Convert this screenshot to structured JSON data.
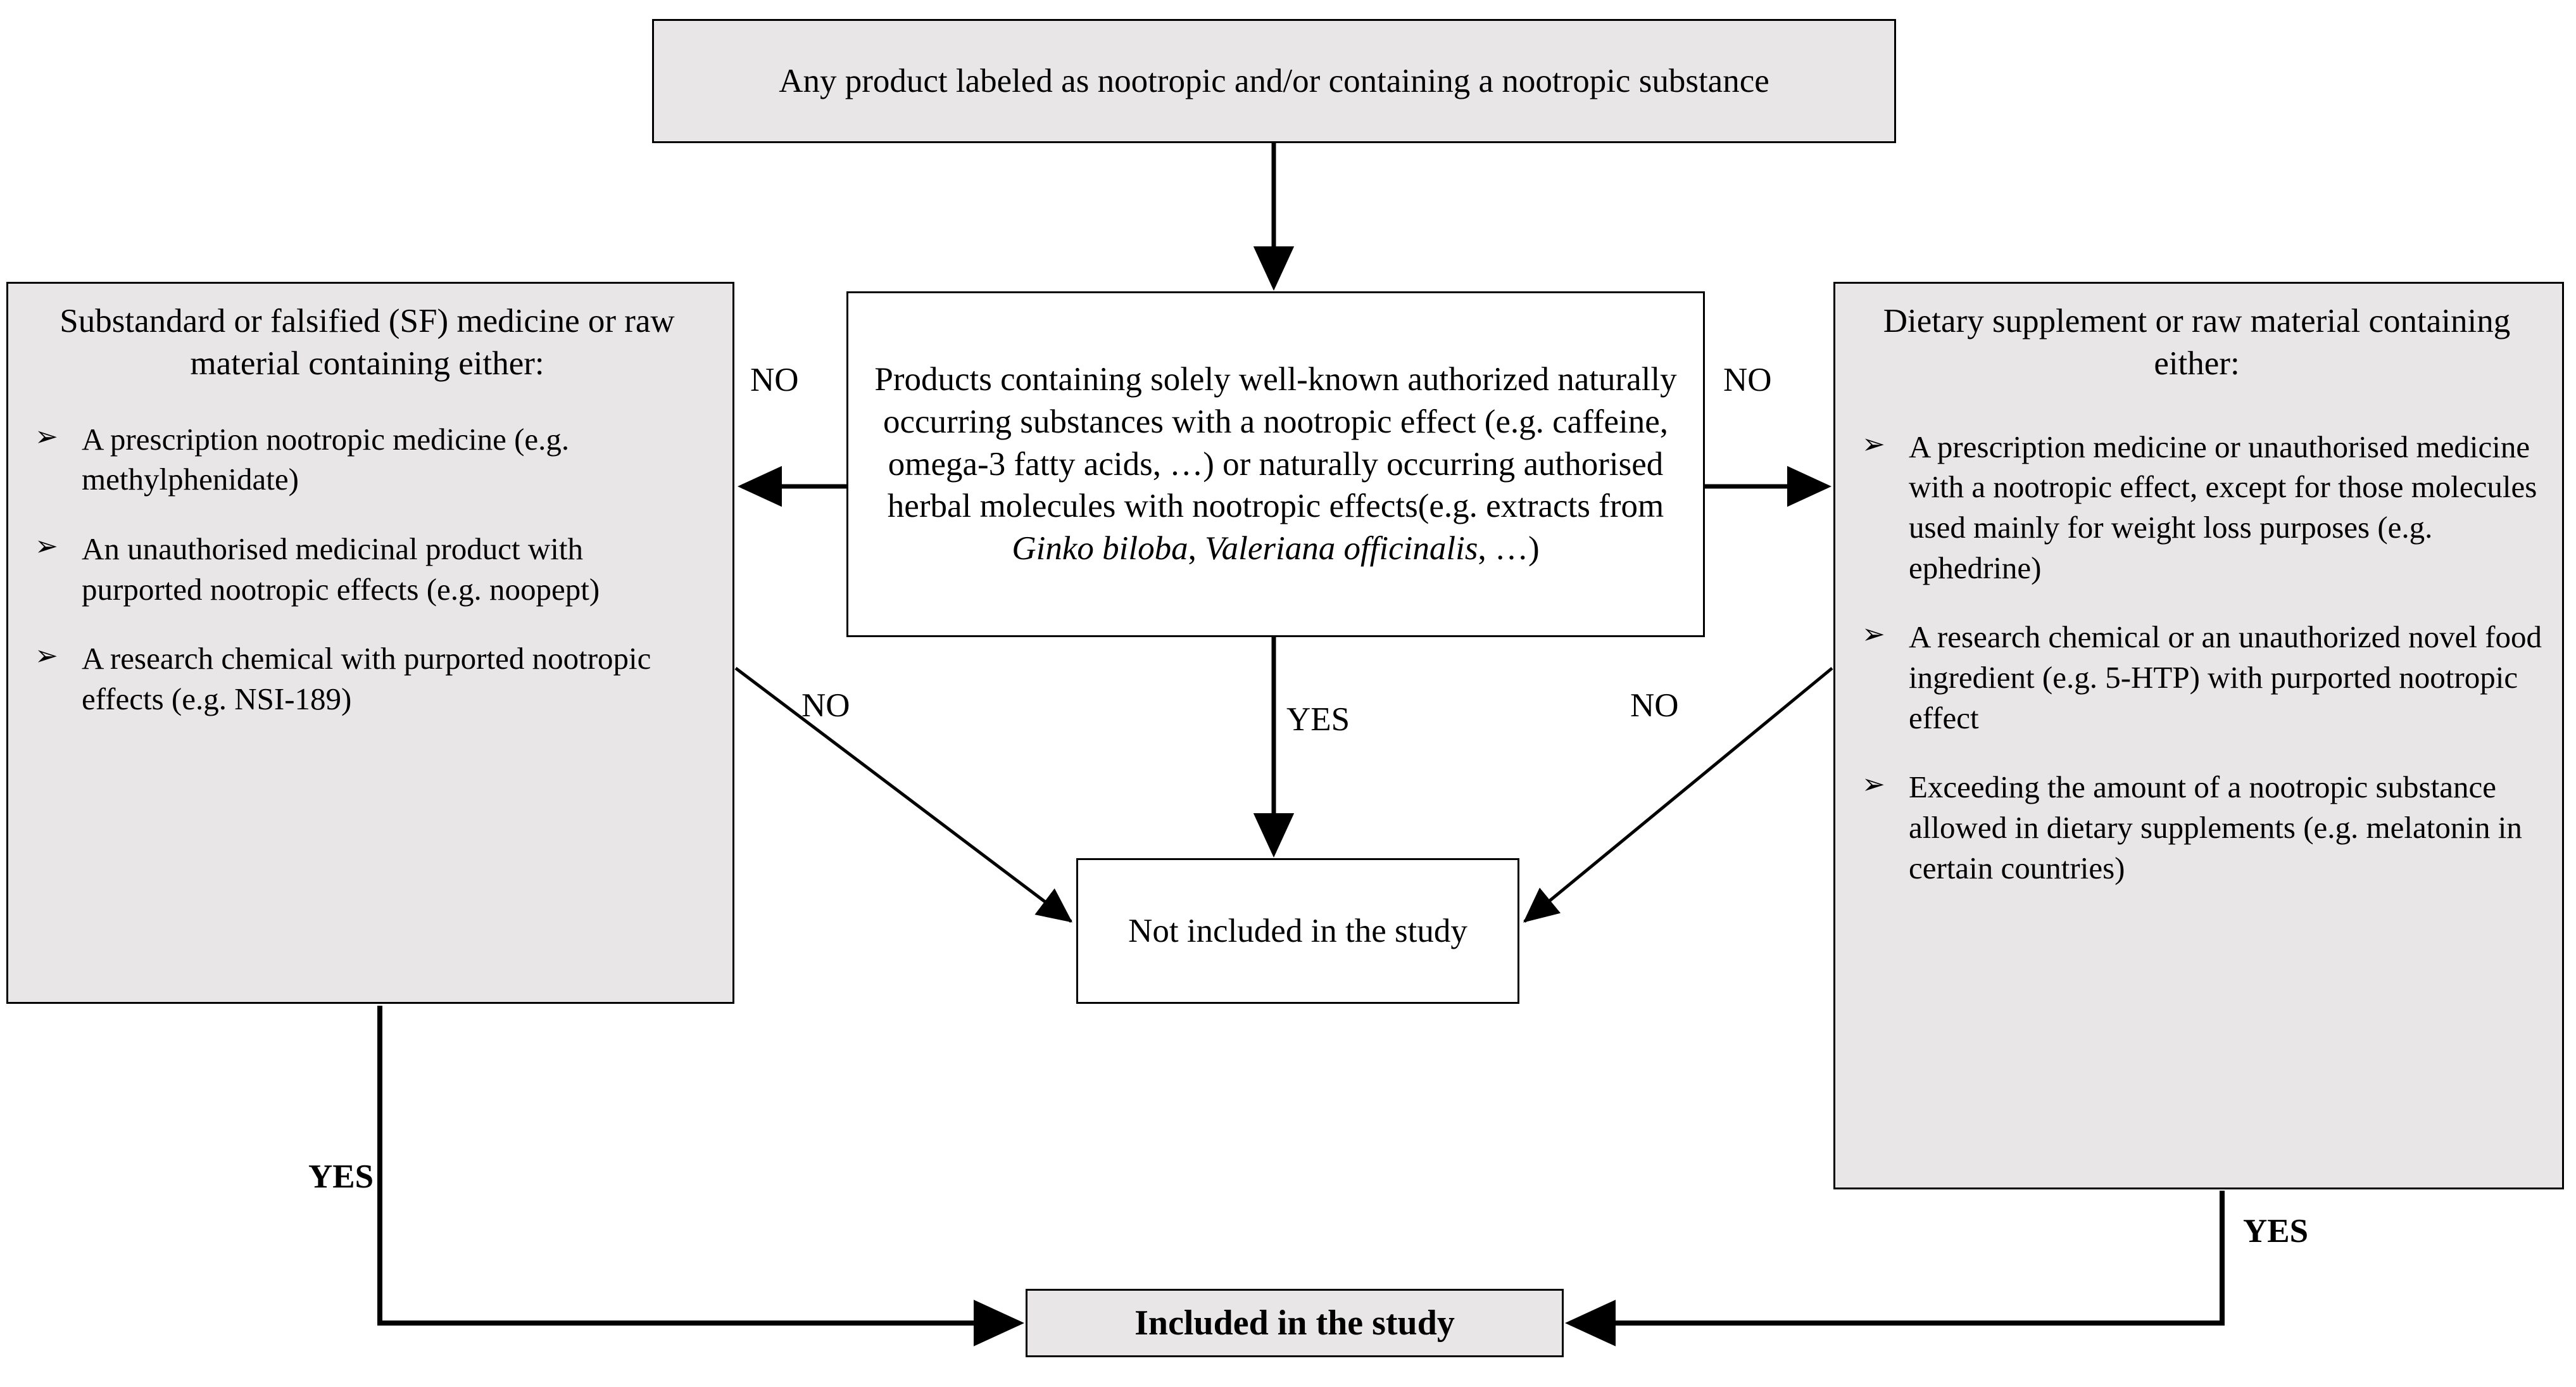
{
  "diagram": {
    "title": "Nootropic product study inclusion flowchart",
    "fill_gray": "#e8e6e6",
    "fill_white": "#ffffff",
    "stroke": "#000000"
  },
  "nodes": {
    "start": {
      "text": "Any product labeled as nootropic and/or containing a nootropic substance"
    },
    "center_decision": {
      "line1": "Products containing solely well-known authorized naturally occurring substances with a nootropic effect (e.g. caffeine, omega-3 fatty acids, …) or naturally occurring authorised herbal molecules with nootropic effects(e.g. extracts from ",
      "italic1": "Ginko biloba",
      "mid": ", ",
      "italic2": "Valeriana officinalis",
      "tail": ", …)"
    },
    "left_branch": {
      "header": "Substandard or falsified (SF) medicine or raw material containing either:",
      "bullet_glyph": "➢",
      "items": [
        "A prescription nootropic medicine (e.g. methylphenidate)",
        "An unauthorised medicinal product with purported nootropic effects (e.g. noopept)",
        "A research chemical with purported nootropic effects (e.g. NSI-189)"
      ]
    },
    "right_branch": {
      "header": "Dietary supplement or raw material containing either:",
      "bullet_glyph": "➢",
      "items": [
        "A prescription medicine or unauthorised medicine with a nootropic effect, except for those molecules used mainly for weight loss purposes (e.g. ephedrine)",
        "A research chemical or an unauthorized novel food ingredient (e.g. 5-HTP) with purported nootropic effect",
        "Exceeding the amount of a nootropic substance allowed in dietary supplements (e.g. melatonin in certain countries)"
      ]
    },
    "not_included": {
      "text": "Not included in the study"
    },
    "included": {
      "text": "Included in the study"
    }
  },
  "edge_labels": {
    "no_left": "NO",
    "no_right": "NO",
    "no_diag_left": "NO",
    "no_diag_right": "NO",
    "yes_center": "YES",
    "yes_left": "YES",
    "yes_right": "YES"
  }
}
